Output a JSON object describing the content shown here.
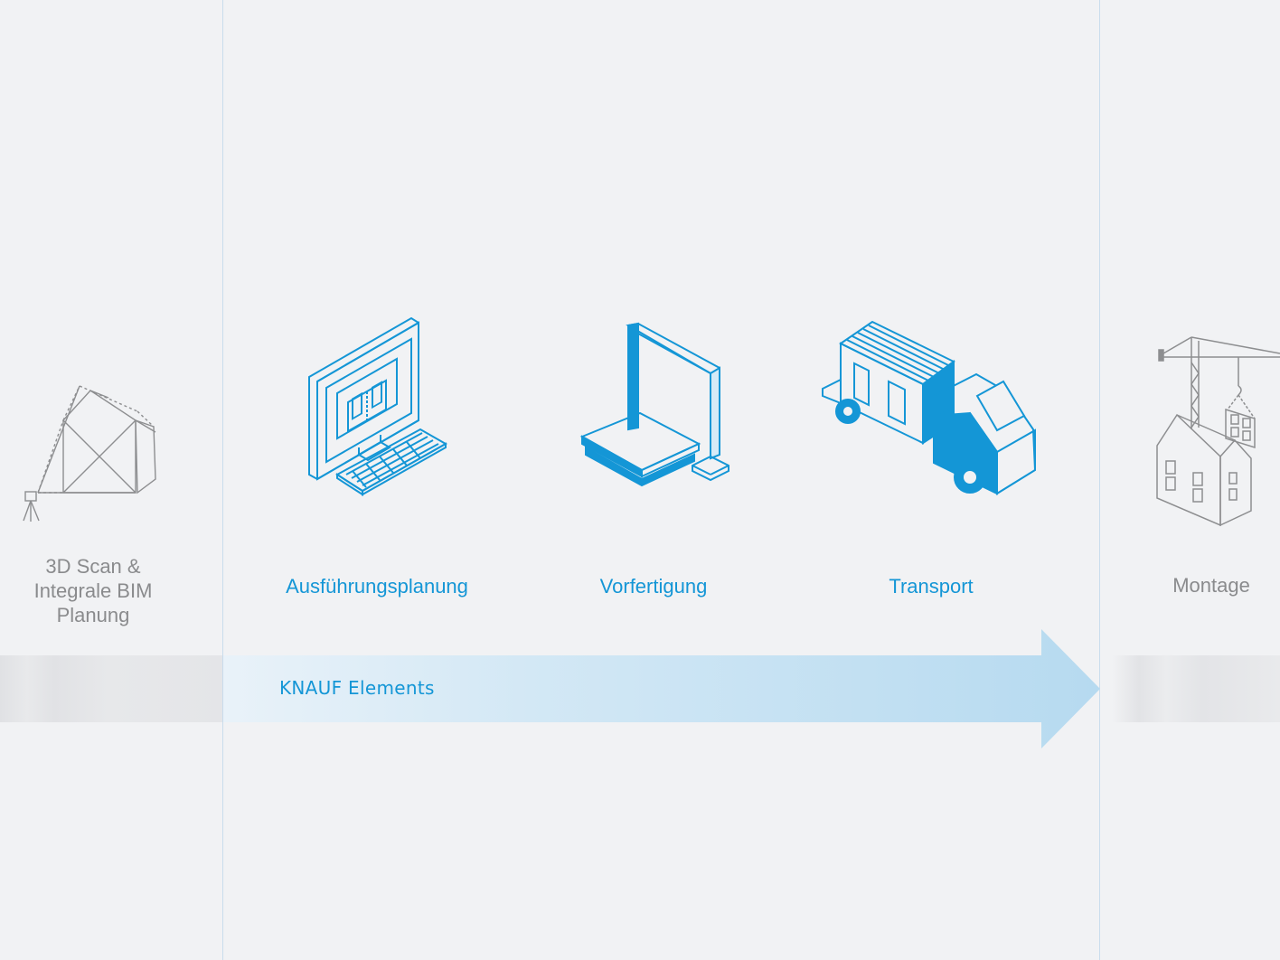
{
  "colors": {
    "accent": "#1496d6",
    "grey_text": "#8a8b8d",
    "arrow": "#bcdcf0",
    "background": "#f1f2f4"
  },
  "steps": [
    {
      "label": "3D Scan &\nIntegrale BIM\nPlanung",
      "icon": "house-3d-scan-icon",
      "color": "grey"
    },
    {
      "label": "Ausführungsplanung",
      "icon": "computer-planning-icon",
      "color": "blue"
    },
    {
      "label": "Vorfertigung",
      "icon": "prefabrication-machine-icon",
      "color": "blue"
    },
    {
      "label": "Transport",
      "icon": "truck-transport-icon",
      "color": "blue"
    },
    {
      "label": "Montage",
      "icon": "crane-assembly-icon",
      "color": "grey"
    }
  ],
  "arrow": {
    "label": "KNAUF Elements"
  }
}
